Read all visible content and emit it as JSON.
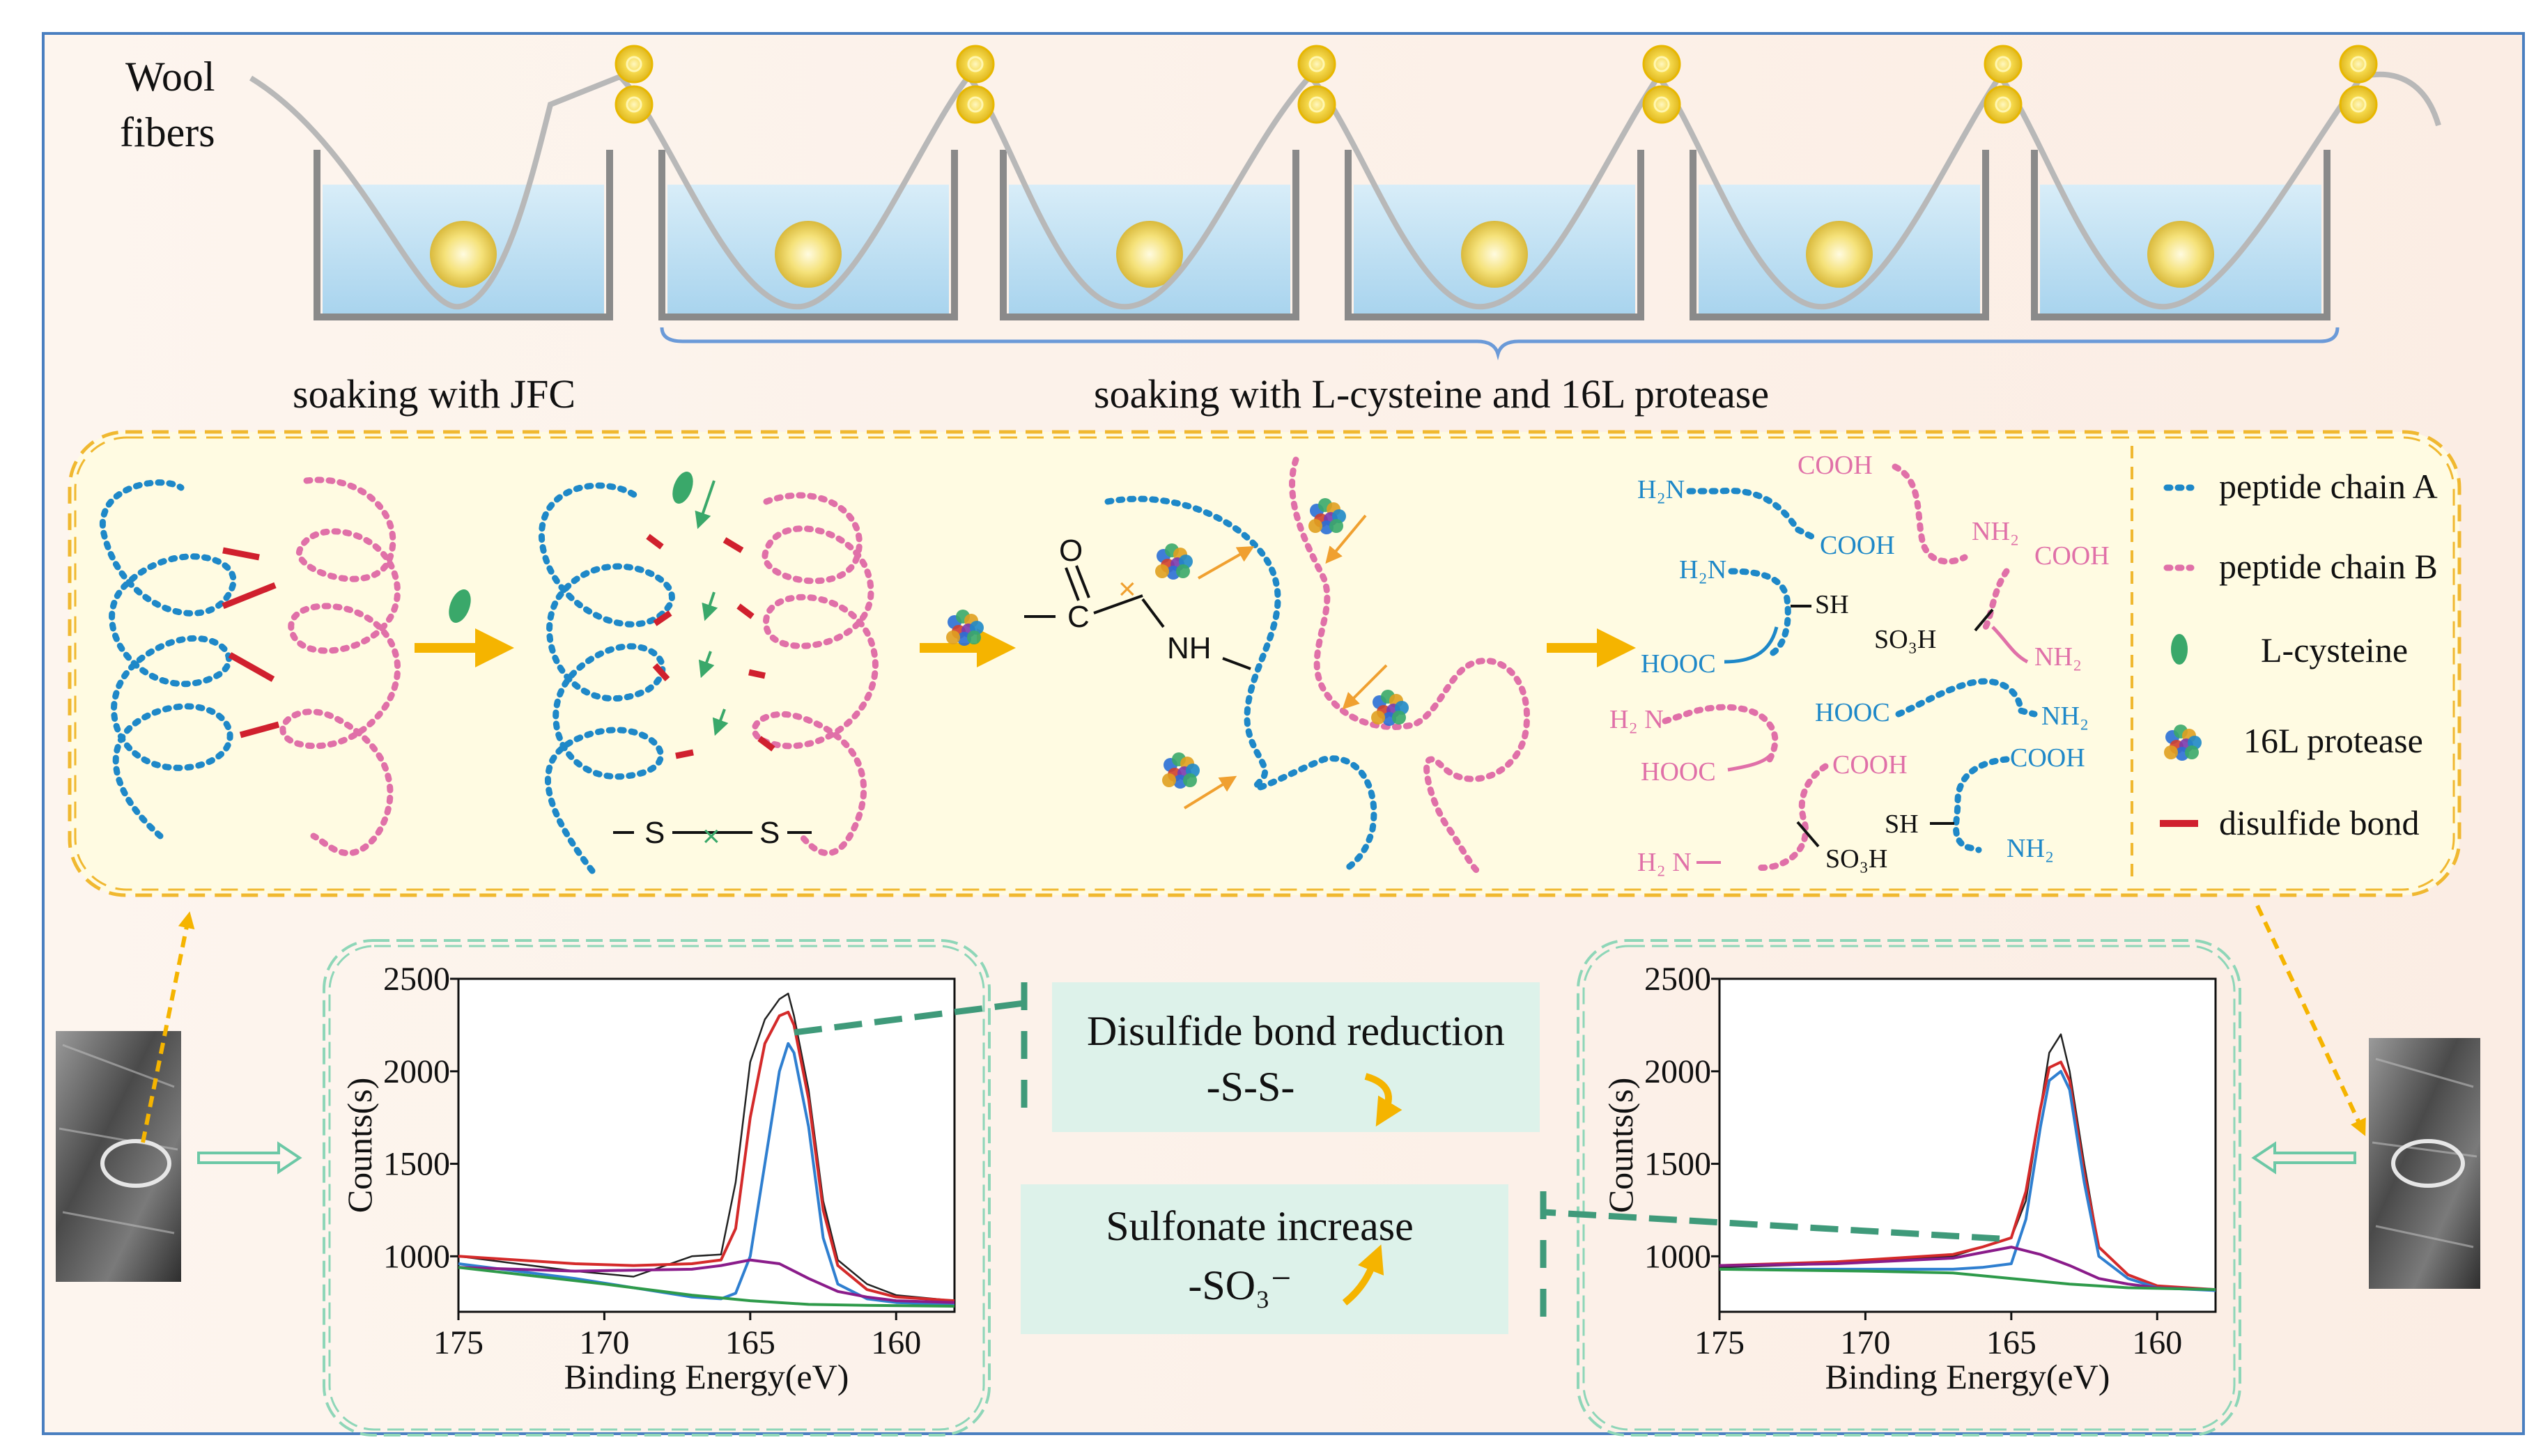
{
  "process": {
    "wool_label_1": "Wool",
    "wool_label_2": "fibers",
    "step1": "soaking with JFC",
    "step2": "soaking with L-cysteine and 16L protease"
  },
  "mechanism": {
    "ss_left": "S",
    "ss_right": "S",
    "carbonyl_o": "O",
    "carbon": "C",
    "amide": "NH",
    "fragments": {
      "f1a": "H₂N",
      "f1b": "COOH",
      "f2a": "COOH",
      "f2b": "NH₂",
      "f3a": "H₂N",
      "f3b": "SH",
      "f3c": "HOOC",
      "f4a": "COOH",
      "f4b": "SO₃H",
      "f4c": "NH₂",
      "f5a": "H₂ N",
      "f5b": "HOOC",
      "f5c": "COOH",
      "f5d": "H₂ N",
      "f5e": "SO₃H",
      "f6a": "HOOC",
      "f6b": "NH₂",
      "f7a": "COOH",
      "f7b": "SH",
      "f7c": "NH₂"
    }
  },
  "legend": {
    "items": [
      {
        "label": "peptide chain A",
        "color": "#1e88c8"
      },
      {
        "label": "peptide chain B",
        "color": "#e070a8"
      },
      {
        "label": "L-cysteine",
        "color": "#3aa86a"
      },
      {
        "label": "16L protease",
        "color": "#2a6fd6"
      },
      {
        "label": "disulfide bond",
        "color": "#d0202e"
      }
    ]
  },
  "notes": {
    "reduction_title": "Disulfide bond reduction",
    "reduction_sub": "-S-S-",
    "sulfonate_title": "Sulfonate increase",
    "sulfonate_sub": "-SO₃⁻"
  },
  "chart_data": [
    {
      "type": "line",
      "title": "",
      "xlabel": "Binding Energy(eV)",
      "ylabel": "Counts(s)",
      "xlim": [
        175,
        158
      ],
      "ylim": [
        700,
        2500
      ],
      "xticks": [
        175,
        170,
        165,
        160
      ],
      "yticks": [
        1000,
        1500,
        2000,
        2500
      ],
      "series": [
        {
          "color": "#222222",
          "x": [
            175,
            173,
            171,
            169,
            167,
            166,
            165.5,
            165,
            164.5,
            164,
            163.7,
            163.5,
            163,
            162.5,
            162,
            161,
            160,
            158
          ],
          "y": [
            1000,
            960,
            920,
            890,
            1000,
            1010,
            1400,
            2050,
            2280,
            2390,
            2420,
            2300,
            1900,
            1300,
            980,
            850,
            790,
            760
          ]
        },
        {
          "color": "#d42a2a",
          "x": [
            175,
            173,
            171,
            169,
            167,
            166,
            165.5,
            165,
            164.5,
            164,
            163.7,
            163.5,
            163,
            162.5,
            162,
            161,
            160,
            158
          ],
          "y": [
            1000,
            980,
            960,
            950,
            960,
            980,
            1150,
            1750,
            2150,
            2300,
            2320,
            2250,
            1850,
            1250,
            950,
            820,
            780,
            760
          ]
        },
        {
          "color": "#2f7fd0",
          "x": [
            175,
            171,
            167,
            166,
            165.5,
            165,
            164.5,
            164,
            163.7,
            163.5,
            163,
            162.5,
            162,
            161,
            160,
            158
          ],
          "y": [
            960,
            880,
            780,
            770,
            800,
            1000,
            1500,
            2000,
            2150,
            2100,
            1700,
            1100,
            850,
            770,
            750,
            740
          ]
        },
        {
          "color": "#8a1c8a",
          "x": [
            175,
            171,
            167,
            166,
            165,
            164,
            163,
            162,
            161,
            160,
            158
          ],
          "y": [
            940,
            920,
            930,
            950,
            980,
            960,
            880,
            810,
            780,
            760,
            750
          ]
        },
        {
          "color": "#2e9a4a",
          "x": [
            175,
            170,
            167,
            165,
            163,
            161,
            158
          ],
          "y": [
            940,
            850,
            790,
            760,
            740,
            735,
            730
          ]
        }
      ]
    },
    {
      "type": "line",
      "title": "",
      "xlabel": "Binding Energy(eV)",
      "ylabel": "Counts(s)",
      "xlim": [
        175,
        158
      ],
      "ylim": [
        700,
        2500
      ],
      "xticks": [
        175,
        170,
        165,
        160
      ],
      "yticks": [
        1000,
        1500,
        2000,
        2500
      ],
      "series": [
        {
          "color": "#222222",
          "x": [
            175,
            173,
            171,
            169,
            167,
            166,
            165,
            164.5,
            164,
            163.7,
            163.3,
            163,
            162.5,
            162,
            161,
            160,
            158
          ],
          "y": [
            940,
            950,
            960,
            980,
            1000,
            1050,
            1100,
            1300,
            1800,
            2100,
            2200,
            2000,
            1500,
            1050,
            900,
            840,
            820
          ]
        },
        {
          "color": "#d42a2a",
          "x": [
            175,
            173,
            171,
            169,
            167,
            166,
            165,
            164.5,
            164,
            163.7,
            163.3,
            163,
            162.5,
            162,
            161,
            160,
            158
          ],
          "y": [
            950,
            960,
            970,
            990,
            1010,
            1050,
            1100,
            1350,
            1800,
            2020,
            2050,
            1950,
            1450,
            1050,
            900,
            840,
            820
          ]
        },
        {
          "color": "#2f7fd0",
          "x": [
            175,
            171,
            167,
            166,
            165,
            164.5,
            164,
            163.7,
            163.3,
            163,
            162.5,
            162,
            161,
            160,
            158
          ],
          "y": [
            930,
            930,
            930,
            940,
            960,
            1200,
            1700,
            1950,
            2000,
            1900,
            1400,
            1000,
            880,
            830,
            815
          ]
        },
        {
          "color": "#8a1c8a",
          "x": [
            175,
            171,
            167,
            166,
            165,
            164,
            163,
            162,
            161,
            160,
            158
          ],
          "y": [
            950,
            960,
            990,
            1020,
            1050,
            1010,
            950,
            880,
            850,
            830,
            820
          ]
        },
        {
          "color": "#2e9a4a",
          "x": [
            175,
            170,
            167,
            165,
            163,
            161,
            158
          ],
          "y": [
            930,
            920,
            910,
            880,
            850,
            830,
            820
          ]
        }
      ]
    }
  ]
}
